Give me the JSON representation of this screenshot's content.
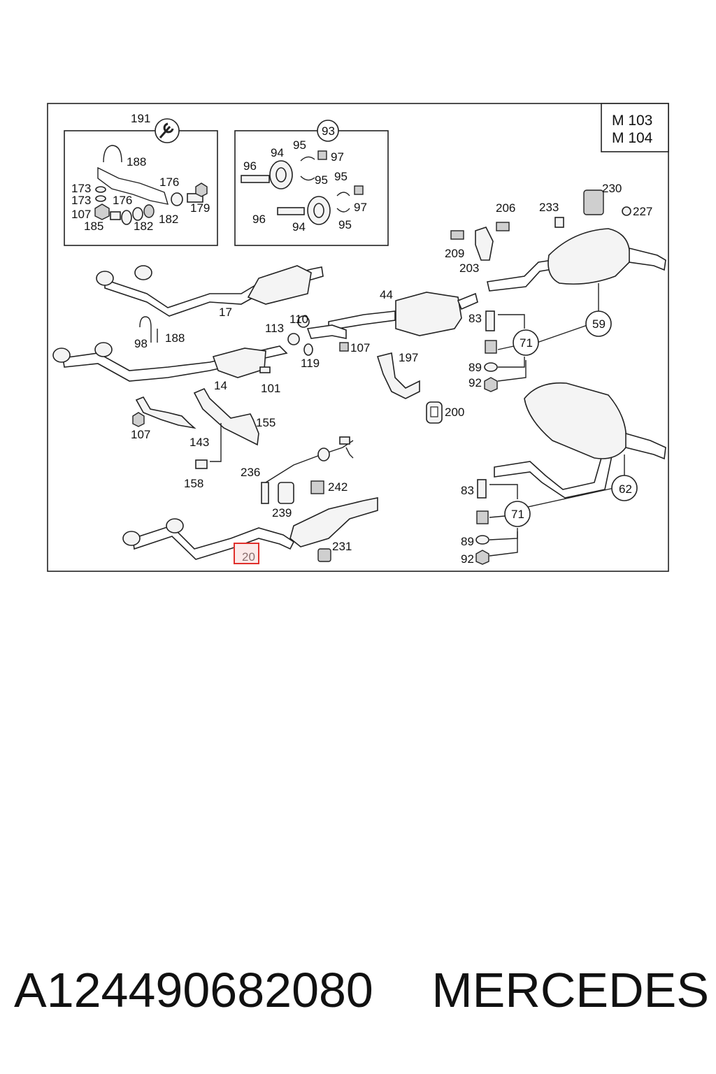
{
  "diagram": {
    "engine_codes": [
      "M 103",
      "M 104"
    ],
    "highlighted_callout": "20",
    "highlight_color": "#e0302c",
    "callouts": {
      "c191": "191",
      "c188a": "188",
      "c173a": "173",
      "c173b": "173",
      "c176a": "176",
      "c176b": "176",
      "c107a": "107",
      "c185": "185",
      "c182a": "182",
      "c182b": "182",
      "c179": "179",
      "c93": "93",
      "c94a": "94",
      "c95a": "95",
      "c97a": "97",
      "c96a": "96",
      "c95b": "95",
      "c95c": "95",
      "c97b": "97",
      "c96b": "96",
      "c94b": "94",
      "c95d": "95",
      "c230": "230",
      "c206": "206",
      "c233": "233",
      "c227": "227",
      "c209": "209",
      "c203": "203",
      "c17": "17",
      "c44": "44",
      "c83a": "83",
      "c59": "59",
      "c71a": "71",
      "c89a": "89",
      "c92a": "92",
      "c98": "98",
      "c188b": "188",
      "c113": "113",
      "c110": "110",
      "c107b": "107",
      "c119": "119",
      "c14": "14",
      "c101": "101",
      "c197": "197",
      "c200": "200",
      "c107c": "107",
      "c143": "143",
      "c155": "155",
      "c158": "158",
      "c236": "236",
      "c242": "242",
      "c239": "239",
      "c231": "231",
      "c62": "62",
      "c83b": "83",
      "c71b": "71",
      "c89b": "89",
      "c92b": "92"
    }
  },
  "caption": {
    "part_number": "A124490682080",
    "brand": "MERCEDES"
  }
}
